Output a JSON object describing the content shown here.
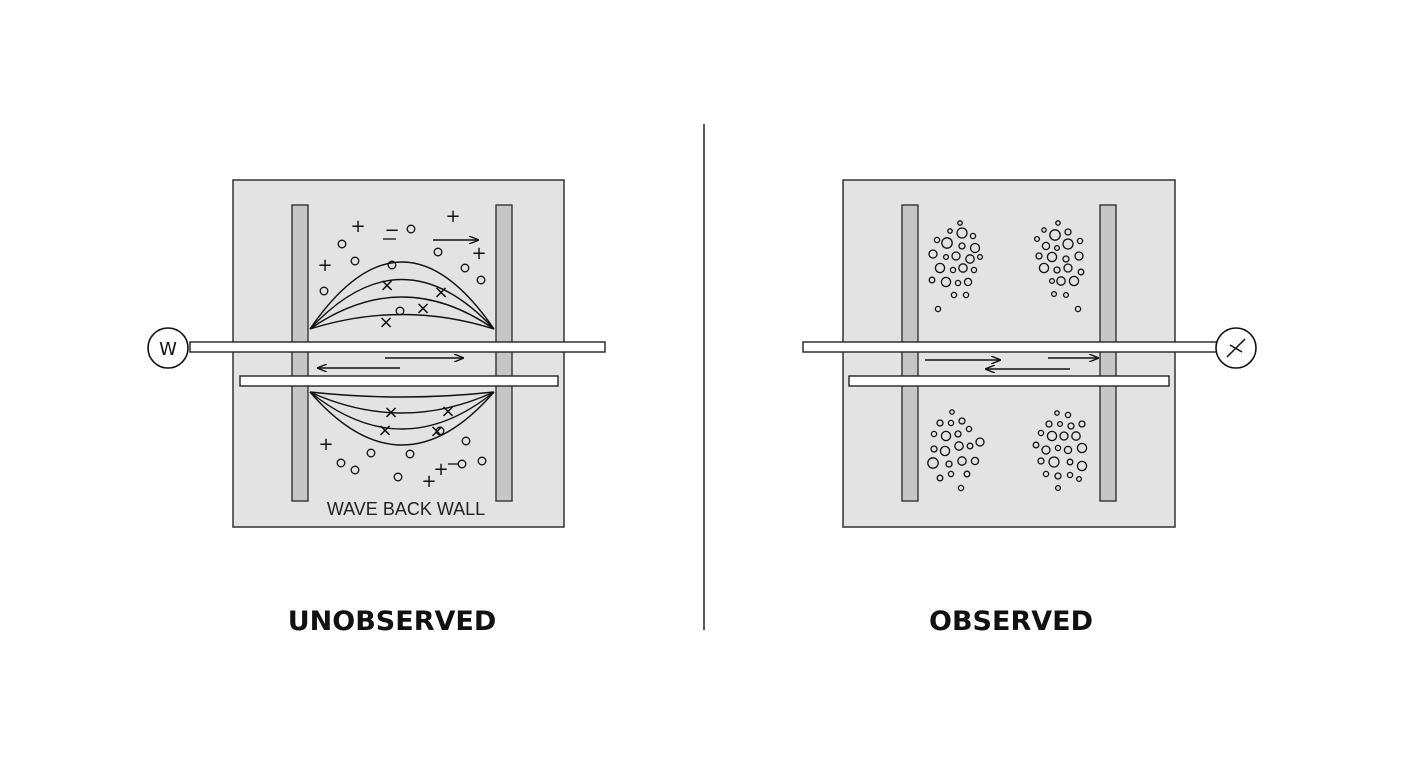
{
  "panels": {
    "left": {
      "caption": "UNOBSERVED",
      "wall_label": "WAVE BACK WALL",
      "probe_label": "W"
    },
    "right": {
      "caption": "OBSERVED"
    }
  },
  "colors": {
    "panel_fill": "#e3e3e3",
    "wall_fill": "#c6c6c6",
    "ink": "#111111"
  }
}
